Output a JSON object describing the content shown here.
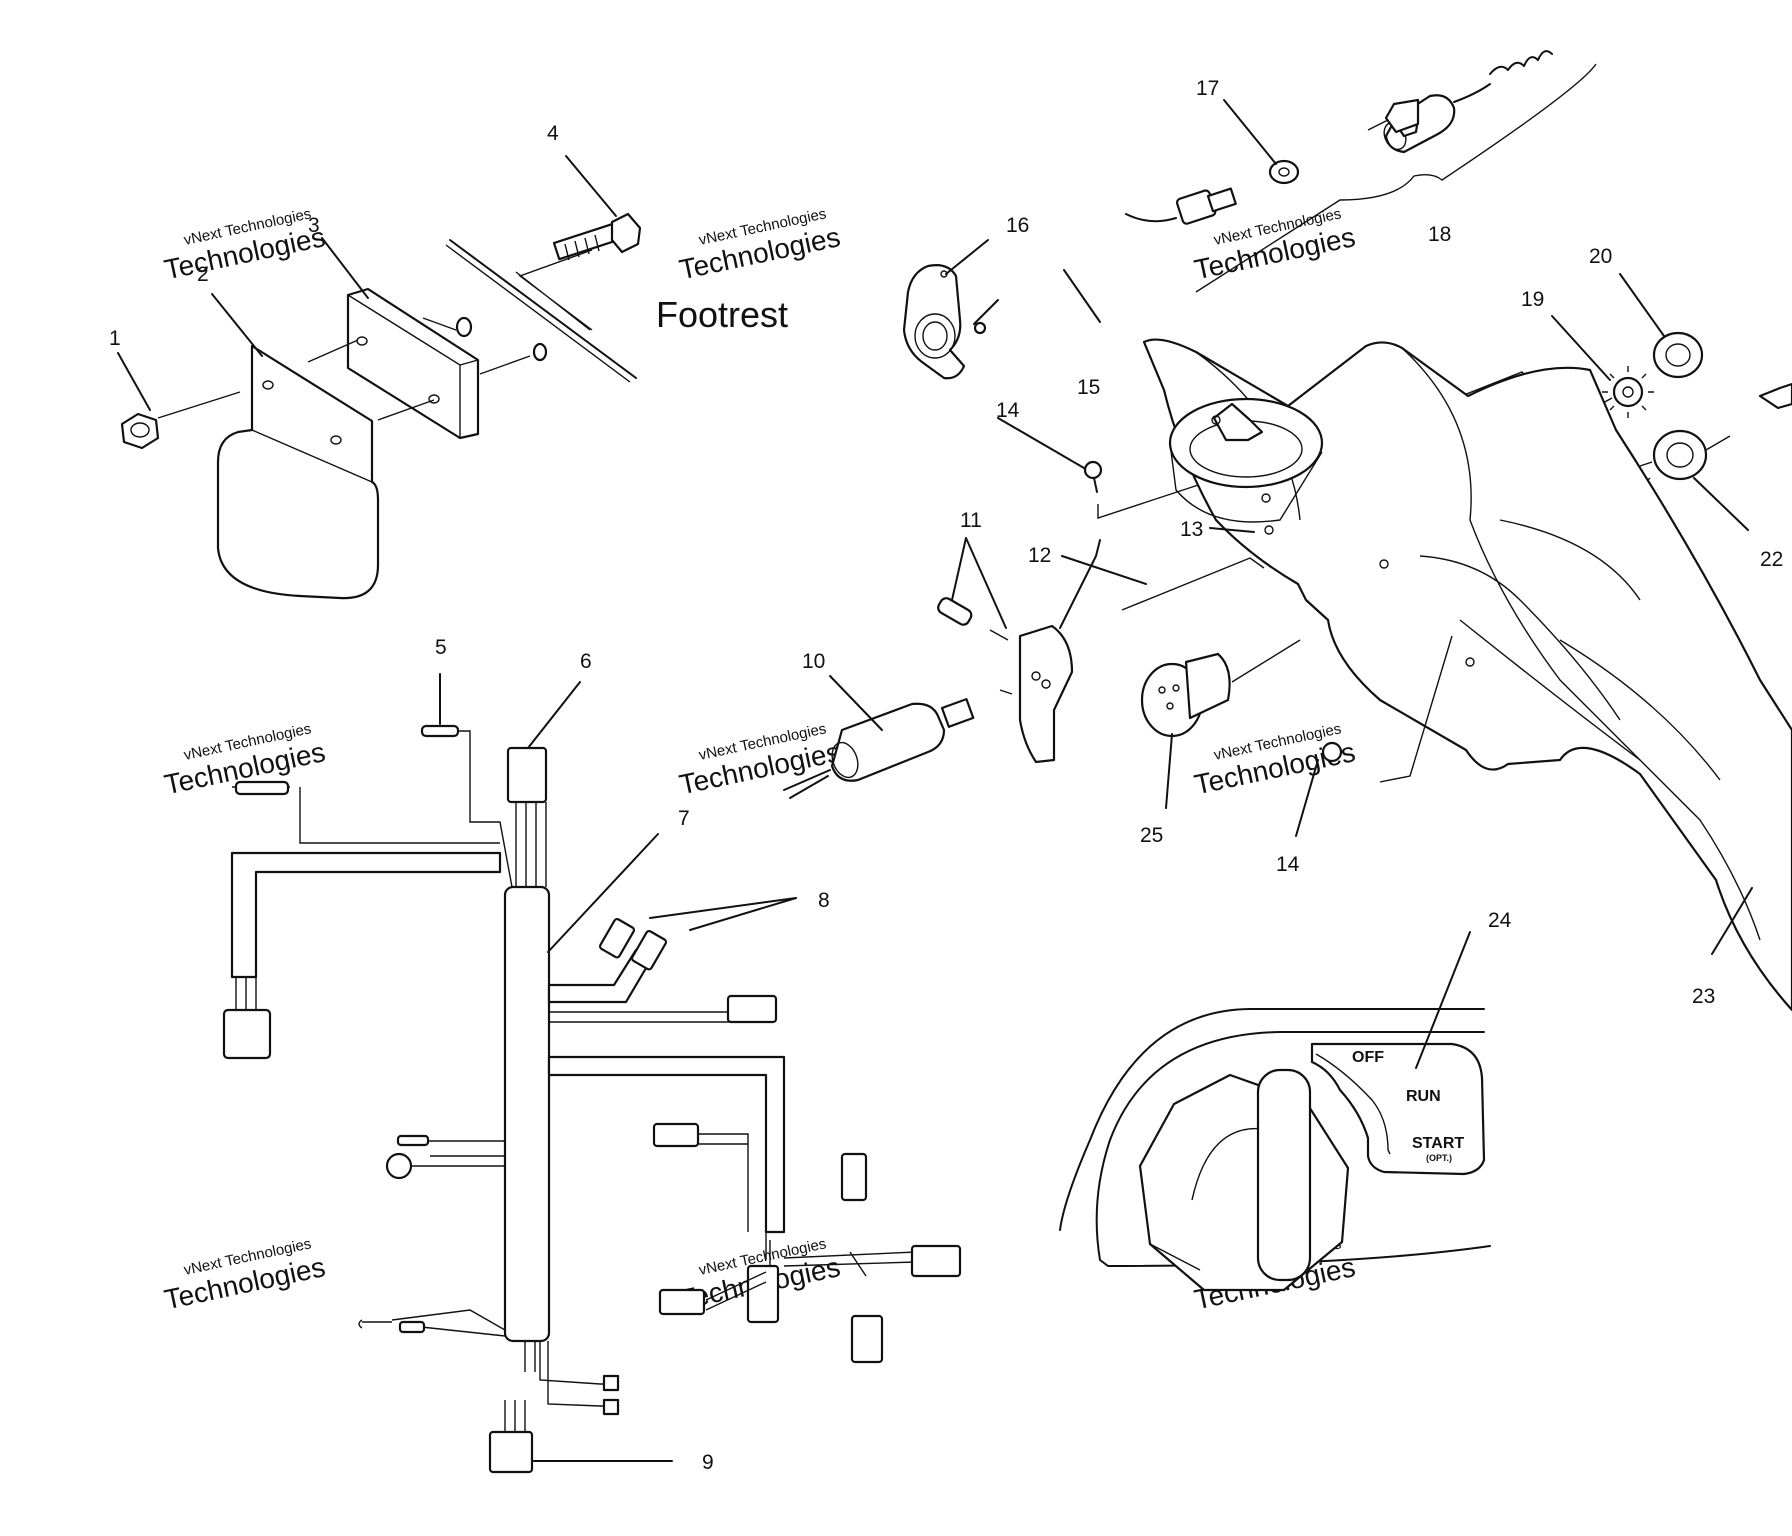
{
  "section_label": "Footrest",
  "callouts": {
    "c1": "1",
    "c2": "2",
    "c3": "3",
    "c4": "4",
    "c5": "5",
    "c6": "6",
    "c7": "7",
    "c8": "8",
    "c9": "9",
    "c10": "10",
    "c11": "11",
    "c12": "12",
    "c13": "13",
    "c14a": "14",
    "c14b": "14",
    "c15": "15",
    "c16": "16",
    "c17": "17",
    "c18": "18",
    "c19": "19",
    "c20": "20",
    "c22": "22",
    "c23": "23",
    "c24": "24",
    "c25": "25"
  },
  "switch_positions": {
    "off": "OFF",
    "run": "RUN",
    "start": "START",
    "opt": "(OPT.)"
  },
  "watermark": {
    "line1": "vNext Technologies",
    "line2": "Technologies"
  }
}
